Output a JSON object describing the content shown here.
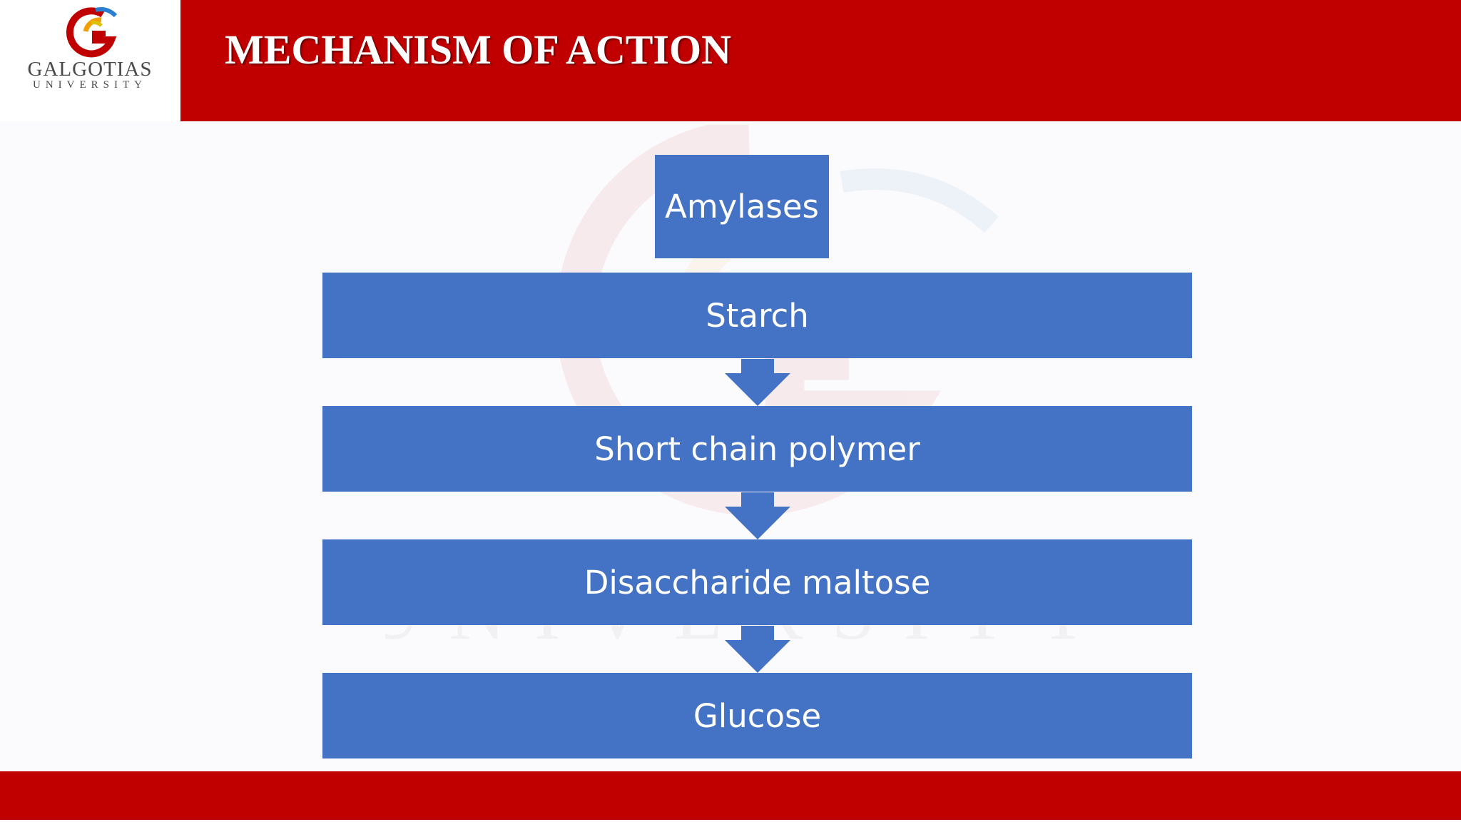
{
  "header": {
    "title": "MECHANISM OF ACTION",
    "logo": {
      "name": "GALGOTIAS",
      "sub": "UNIVERSITY"
    }
  },
  "diagram": {
    "enzyme": "Amylases",
    "steps": [
      "Starch",
      "Short chain polymer",
      "Disaccharide maltose",
      "Glucose"
    ]
  },
  "colors": {
    "header_red": "#c00000",
    "box_blue": "#4472c4",
    "text_white": "#ffffff"
  }
}
